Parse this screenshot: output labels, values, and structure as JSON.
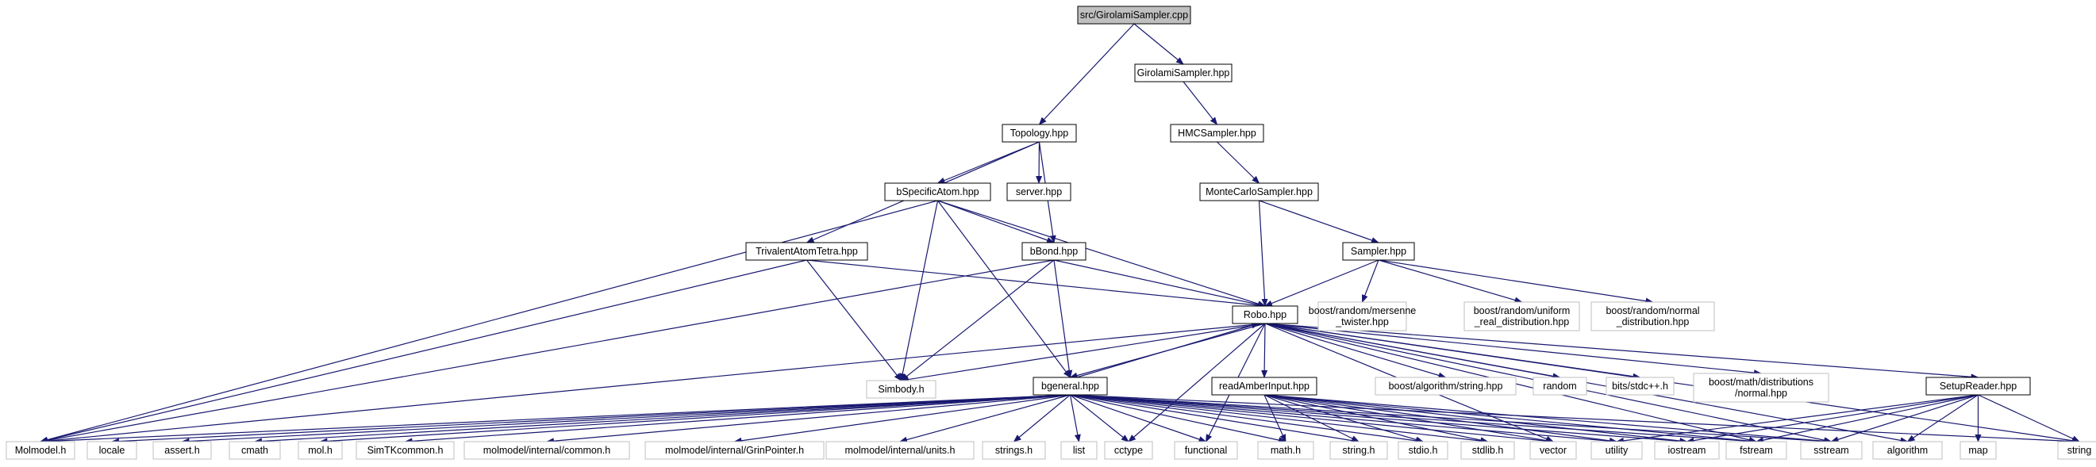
{
  "graph": {
    "nodes": [
      {
        "id": "girolami_cpp",
        "kind": "main",
        "lines": [
          "src/GirolamiSampler.cpp"
        ]
      },
      {
        "id": "girolami_hpp",
        "kind": "doc",
        "lines": [
          "GirolamiSampler.hpp"
        ]
      },
      {
        "id": "hmc",
        "kind": "doc",
        "lines": [
          "HMCSampler.hpp"
        ]
      },
      {
        "id": "montecarlo",
        "kind": "doc",
        "lines": [
          "MonteCarloSampler.hpp"
        ]
      },
      {
        "id": "sampler",
        "kind": "doc",
        "lines": [
          "Sampler.hpp"
        ]
      },
      {
        "id": "topology",
        "kind": "doc",
        "lines": [
          "Topology.hpp"
        ]
      },
      {
        "id": "bspecific",
        "kind": "doc",
        "lines": [
          "bSpecificAtom.hpp"
        ]
      },
      {
        "id": "server",
        "kind": "doc",
        "lines": [
          "server.hpp"
        ]
      },
      {
        "id": "trivalent",
        "kind": "doc",
        "lines": [
          "TrivalentAtomTetra.hpp"
        ]
      },
      {
        "id": "bbond",
        "kind": "doc",
        "lines": [
          "bBond.hpp"
        ]
      },
      {
        "id": "robo",
        "kind": "doc",
        "lines": [
          "Robo.hpp"
        ]
      },
      {
        "id": "mersenne",
        "kind": "ext",
        "lines": [
          "boost/random/mersenne",
          "_twister.hpp"
        ]
      },
      {
        "id": "uniform",
        "kind": "ext",
        "lines": [
          "boost/random/uniform",
          "_real_distribution.hpp"
        ]
      },
      {
        "id": "normal",
        "kind": "ext",
        "lines": [
          "boost/random/normal",
          "_distribution.hpp"
        ]
      },
      {
        "id": "simbody",
        "kind": "ext",
        "lines": [
          "Simbody.h"
        ]
      },
      {
        "id": "bgeneral",
        "kind": "doc",
        "lines": [
          "bgeneral.hpp"
        ]
      },
      {
        "id": "readamber",
        "kind": "doc",
        "lines": [
          "readAmberInput.hpp"
        ]
      },
      {
        "id": "boost_string",
        "kind": "ext",
        "lines": [
          "boost/algorithm/string.hpp"
        ]
      },
      {
        "id": "random",
        "kind": "ext",
        "lines": [
          "random"
        ]
      },
      {
        "id": "bits",
        "kind": "ext",
        "lines": [
          "bits/stdc++.h"
        ]
      },
      {
        "id": "boost_normal",
        "kind": "ext",
        "lines": [
          "boost/math/distributions",
          "/normal.hpp"
        ]
      },
      {
        "id": "setupreader",
        "kind": "doc",
        "lines": [
          "SetupReader.hpp"
        ]
      },
      {
        "id": "molmodel_h",
        "kind": "ext",
        "lines": [
          "Molmodel.h"
        ]
      },
      {
        "id": "locale",
        "kind": "ext",
        "lines": [
          "locale"
        ]
      },
      {
        "id": "assert",
        "kind": "ext",
        "lines": [
          "assert.h"
        ]
      },
      {
        "id": "cmath",
        "kind": "ext",
        "lines": [
          "cmath"
        ]
      },
      {
        "id": "mol",
        "kind": "ext",
        "lines": [
          "mol.h"
        ]
      },
      {
        "id": "simtk",
        "kind": "ext",
        "lines": [
          "SimTKcommon.h"
        ]
      },
      {
        "id": "mm_common",
        "kind": "ext",
        "lines": [
          "molmodel/internal/common.h"
        ]
      },
      {
        "id": "mm_grin",
        "kind": "ext",
        "lines": [
          "molmodel/internal/GrinPointer.h"
        ]
      },
      {
        "id": "mm_units",
        "kind": "ext",
        "lines": [
          "molmodel/internal/units.h"
        ]
      },
      {
        "id": "strings",
        "kind": "ext",
        "lines": [
          "strings.h"
        ]
      },
      {
        "id": "list",
        "kind": "ext",
        "lines": [
          "list"
        ]
      },
      {
        "id": "cctype",
        "kind": "ext",
        "lines": [
          "cctype"
        ]
      },
      {
        "id": "functional",
        "kind": "ext",
        "lines": [
          "functional"
        ]
      },
      {
        "id": "math",
        "kind": "ext",
        "lines": [
          "math.h"
        ]
      },
      {
        "id": "string_h",
        "kind": "ext",
        "lines": [
          "string.h"
        ]
      },
      {
        "id": "stdio",
        "kind": "ext",
        "lines": [
          "stdio.h"
        ]
      },
      {
        "id": "stdlib",
        "kind": "ext",
        "lines": [
          "stdlib.h"
        ]
      },
      {
        "id": "vector",
        "kind": "ext",
        "lines": [
          "vector"
        ]
      },
      {
        "id": "utility",
        "kind": "ext",
        "lines": [
          "utility"
        ]
      },
      {
        "id": "iostream",
        "kind": "ext",
        "lines": [
          "iostream"
        ]
      },
      {
        "id": "fstream",
        "kind": "ext",
        "lines": [
          "fstream"
        ]
      },
      {
        "id": "sstream",
        "kind": "ext",
        "lines": [
          "sstream"
        ]
      },
      {
        "id": "algorithm",
        "kind": "ext",
        "lines": [
          "algorithm"
        ]
      },
      {
        "id": "map",
        "kind": "ext",
        "lines": [
          "map"
        ]
      },
      {
        "id": "string",
        "kind": "ext",
        "lines": [
          "string"
        ]
      }
    ],
    "edges": [
      [
        "girolami_cpp",
        "girolami_hpp"
      ],
      [
        "girolami_cpp",
        "topology"
      ],
      [
        "girolami_hpp",
        "hmc"
      ],
      [
        "hmc",
        "montecarlo"
      ],
      [
        "montecarlo",
        "sampler"
      ],
      [
        "montecarlo",
        "robo"
      ],
      [
        "sampler",
        "robo"
      ],
      [
        "sampler",
        "mersenne"
      ],
      [
        "sampler",
        "uniform"
      ],
      [
        "sampler",
        "normal"
      ],
      [
        "topology",
        "bspecific"
      ],
      [
        "topology",
        "server"
      ],
      [
        "topology",
        "trivalent"
      ],
      [
        "topology",
        "bbond"
      ],
      [
        "bspecific",
        "bbond"
      ],
      [
        "bspecific",
        "robo"
      ],
      [
        "bspecific",
        "simbody"
      ],
      [
        "bspecific",
        "bgeneral"
      ],
      [
        "bspecific",
        "molmodel_h"
      ],
      [
        "trivalent",
        "robo"
      ],
      [
        "trivalent",
        "simbody"
      ],
      [
        "trivalent",
        "molmodel_h"
      ],
      [
        "bbond",
        "robo"
      ],
      [
        "bbond",
        "simbody"
      ],
      [
        "bbond",
        "bgeneral"
      ],
      [
        "bbond",
        "molmodel_h"
      ],
      [
        "robo",
        "bgeneral"
      ],
      [
        "robo",
        "simbody"
      ],
      [
        "robo",
        "readamber"
      ],
      [
        "robo",
        "boost_string"
      ],
      [
        "robo",
        "random"
      ],
      [
        "robo",
        "bits"
      ],
      [
        "robo",
        "boost_normal"
      ],
      [
        "robo",
        "setupreader"
      ],
      [
        "robo",
        "molmodel_h"
      ],
      [
        "robo",
        "cctype"
      ],
      [
        "robo",
        "functional"
      ],
      [
        "robo",
        "vector"
      ],
      [
        "robo",
        "fstream"
      ],
      [
        "robo",
        "sstream"
      ],
      [
        "robo",
        "algorithm"
      ],
      [
        "robo",
        "string"
      ],
      [
        "bgeneral",
        "robo"
      ],
      [
        "bgeneral",
        "molmodel_h"
      ],
      [
        "bgeneral",
        "locale"
      ],
      [
        "bgeneral",
        "assert"
      ],
      [
        "bgeneral",
        "cmath"
      ],
      [
        "bgeneral",
        "mol"
      ],
      [
        "bgeneral",
        "simtk"
      ],
      [
        "bgeneral",
        "mm_common"
      ],
      [
        "bgeneral",
        "mm_grin"
      ],
      [
        "bgeneral",
        "mm_units"
      ],
      [
        "bgeneral",
        "strings"
      ],
      [
        "bgeneral",
        "list"
      ],
      [
        "bgeneral",
        "cctype"
      ],
      [
        "bgeneral",
        "functional"
      ],
      [
        "bgeneral",
        "math"
      ],
      [
        "bgeneral",
        "string_h"
      ],
      [
        "bgeneral",
        "stdio"
      ],
      [
        "bgeneral",
        "stdlib"
      ],
      [
        "bgeneral",
        "vector"
      ],
      [
        "bgeneral",
        "utility"
      ],
      [
        "bgeneral",
        "iostream"
      ],
      [
        "bgeneral",
        "fstream"
      ],
      [
        "bgeneral",
        "sstream"
      ],
      [
        "bgeneral",
        "string"
      ],
      [
        "readamber",
        "math"
      ],
      [
        "readamber",
        "string_h"
      ],
      [
        "readamber",
        "stdio"
      ],
      [
        "readamber",
        "stdlib"
      ],
      [
        "readamber",
        "vector"
      ],
      [
        "readamber",
        "utility"
      ],
      [
        "readamber",
        "iostream"
      ],
      [
        "readamber",
        "fstream"
      ],
      [
        "readamber",
        "sstream"
      ],
      [
        "setupreader",
        "iostream"
      ],
      [
        "setupreader",
        "fstream"
      ],
      [
        "setupreader",
        "sstream"
      ],
      [
        "setupreader",
        "algorithm"
      ],
      [
        "setupreader",
        "map"
      ],
      [
        "setupreader",
        "string"
      ],
      [
        "setupreader",
        "utility"
      ]
    ]
  }
}
